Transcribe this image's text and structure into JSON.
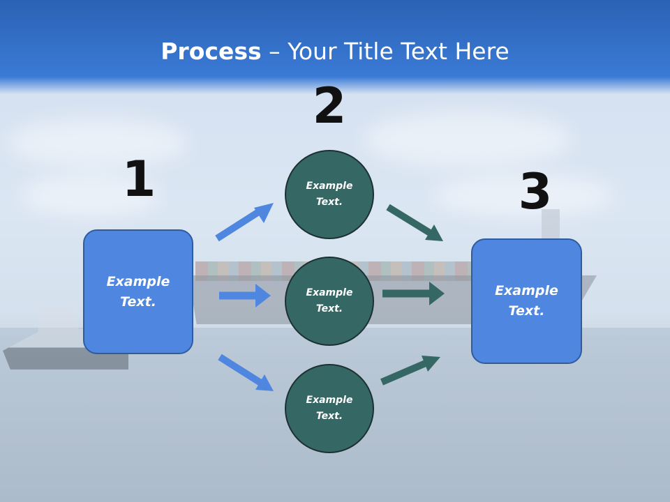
{
  "slide": {
    "title_bold": "Process",
    "title_rest": " – Your Title Text Here"
  },
  "steps": [
    {
      "number": "1",
      "box_text": "Example\nText."
    },
    {
      "number": "2",
      "circles": [
        "Example\nText.",
        "Example\nText.",
        "Example\nText."
      ]
    },
    {
      "number": "3",
      "box_text": "Example\nText."
    }
  ],
  "colors": {
    "header_blue": "#2b62b4",
    "box_blue": "#4f86e0",
    "box_border": "#2e5c9e",
    "circle_teal": "#356764",
    "arrow_blue": "#4f86e0",
    "arrow_teal": "#356764",
    "number_black": "#111111"
  }
}
